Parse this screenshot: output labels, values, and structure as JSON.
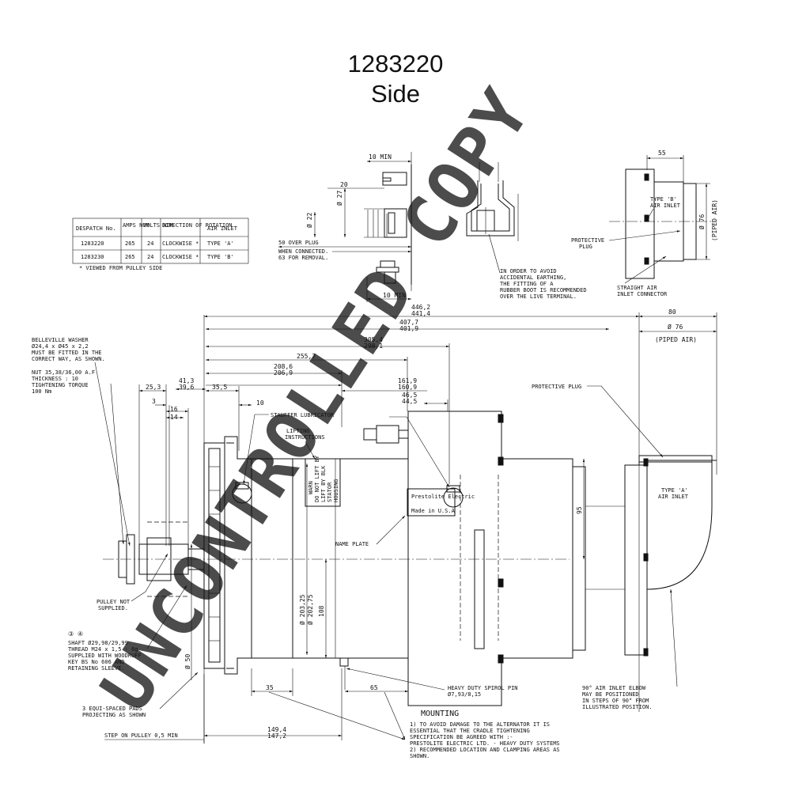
{
  "title": {
    "line1": "1283220",
    "line2": "Side"
  },
  "watermark": "UNCONTROLLED COPY",
  "table": {
    "headers": [
      "DESPATCH No.",
      "AMPS NOM",
      "VOLTS NOM",
      "DIRECTION OF ROTATION",
      "AIR INLET"
    ],
    "rows": [
      [
        "1283220",
        "265",
        "24",
        "CLOCKWISE *",
        "TYPE 'A'"
      ],
      [
        "1283230",
        "265",
        "24",
        "CLOCKWISE *",
        "TYPE 'B'"
      ]
    ],
    "footnote": "* VIEWED FROM PULLEY SIDE"
  },
  "top_detail": {
    "min_top": "10 MIN",
    "min_bottom": "10 MIN",
    "d20": "20",
    "d27": "Ø 27",
    "d22": "Ø 22",
    "over_plug": "50 OVER PLUG",
    "when_connected": "WHEN CONNECTED.",
    "for_removal": "63 FOR REMOVAL.",
    "boot_note": [
      "IN ORDER TO AVOID",
      "ACCIDENTAL EARTHING,",
      "THE FITTING OF A",
      "RUBBER BOOT IS RECOMMENDED",
      "OVER THE LIVE TERMINAL."
    ],
    "dim_55": "55",
    "type_b": [
      "TYPE 'B'",
      "AIR INLET"
    ],
    "d76": "Ø 76",
    "piped_air": "(PIPED AIR)",
    "protective_plug": [
      "PROTECTIVE",
      "PLUG"
    ],
    "connector": [
      "STRAIGHT AIR",
      "INLET CONNECTOR"
    ]
  },
  "main_dims": {
    "d446": "446,2",
    "d441": "441,4",
    "d407": "407,7",
    "d401": "401,9",
    "d305": "305,4",
    "d298": "298,1",
    "d255": "255,7",
    "d208": "208,6",
    "d206": "206,9",
    "d161": "161,9",
    "d160": "160,9",
    "d46": "46,5",
    "d44": "44,5",
    "d41": "41,3",
    "d39": "39,6",
    "d35a": "35,5",
    "d25": "25,3",
    "d3": "3",
    "d16": "16",
    "d14": "14",
    "d10": "10",
    "d80": "80",
    "d76": "Ø 76",
    "piped_air": "(PIPED AIR)",
    "d95": "95",
    "d108": "108",
    "d203": "Ø 203,25",
    "d202": "Ø 202,75",
    "d50": "Ø 50",
    "d35b": "35",
    "d65": "65",
    "d149": "149,4",
    "d147": "147,2"
  },
  "labels": {
    "belleville": [
      "BELLEVILLE WASHER",
      "Ø24,4 x Ø45 x 2,2",
      "MUST BE FITTED IN THE",
      "CORRECT WAY, AS SHOWN."
    ],
    "nut": [
      "NUT 35,38/36,00 A.F",
      "THICKNESS : 10",
      "TIGHTENING TORQUE",
      "100 Nm"
    ],
    "stauffer": "STAUFFER LUBRICATOR",
    "lifting": [
      "LIFTING",
      "INSTRUCTIONS"
    ],
    "warn": [
      "WARN",
      "DO NOT LIFT BY",
      "LIFT BY BLK",
      "STATOR",
      "HOUSING"
    ],
    "protective_plug": "PROTECTIVE PLUG",
    "type_a": [
      "TYPE 'A'",
      "AIR INLET"
    ],
    "name_plate": "NAME PLATE",
    "pulley_not": [
      "PULLEY NOT",
      "SUPPLIED."
    ],
    "shaft_ref": "③ ④",
    "shaft": [
      "SHAFT Ø29,98/29,99",
      "THREAD M24 x 1,5 - 6g",
      "SUPPLIED WITH WOODRUFF",
      "KEY BS No 606 AND",
      "RETAINING SLEEVE."
    ],
    "pads": [
      "3 EQUI-SPACED PADS",
      "PROJECTING AS SHOWN"
    ],
    "step": "STEP ON PULLEY 0,5 MIN",
    "spirol": [
      "HEAVY DUTY SPIROL PIN",
      "Ø7,93/8,15"
    ],
    "elbow": [
      "90° AIR INLET ELBOW",
      "MAY BE POSITIONED",
      "IN STEPS OF 90° FROM",
      "ILLUSTRATED POSITION."
    ]
  },
  "mounting": {
    "heading": "MOUNTING",
    "lines": [
      "1) TO AVOID DAMAGE TO THE ALTERNATOR IT IS",
      "   ESSENTIAL THAT THE CRADLE TIGHTENING",
      "   SPECIFICATION BE AGREED WITH :-",
      "   PRESTOLITE ELECTRIC LTD. - HEAVY DUTY SYSTEMS",
      "2) RECOMMENDED LOCATION AND CLAMPING AREAS AS",
      "   SHOWN."
    ]
  }
}
